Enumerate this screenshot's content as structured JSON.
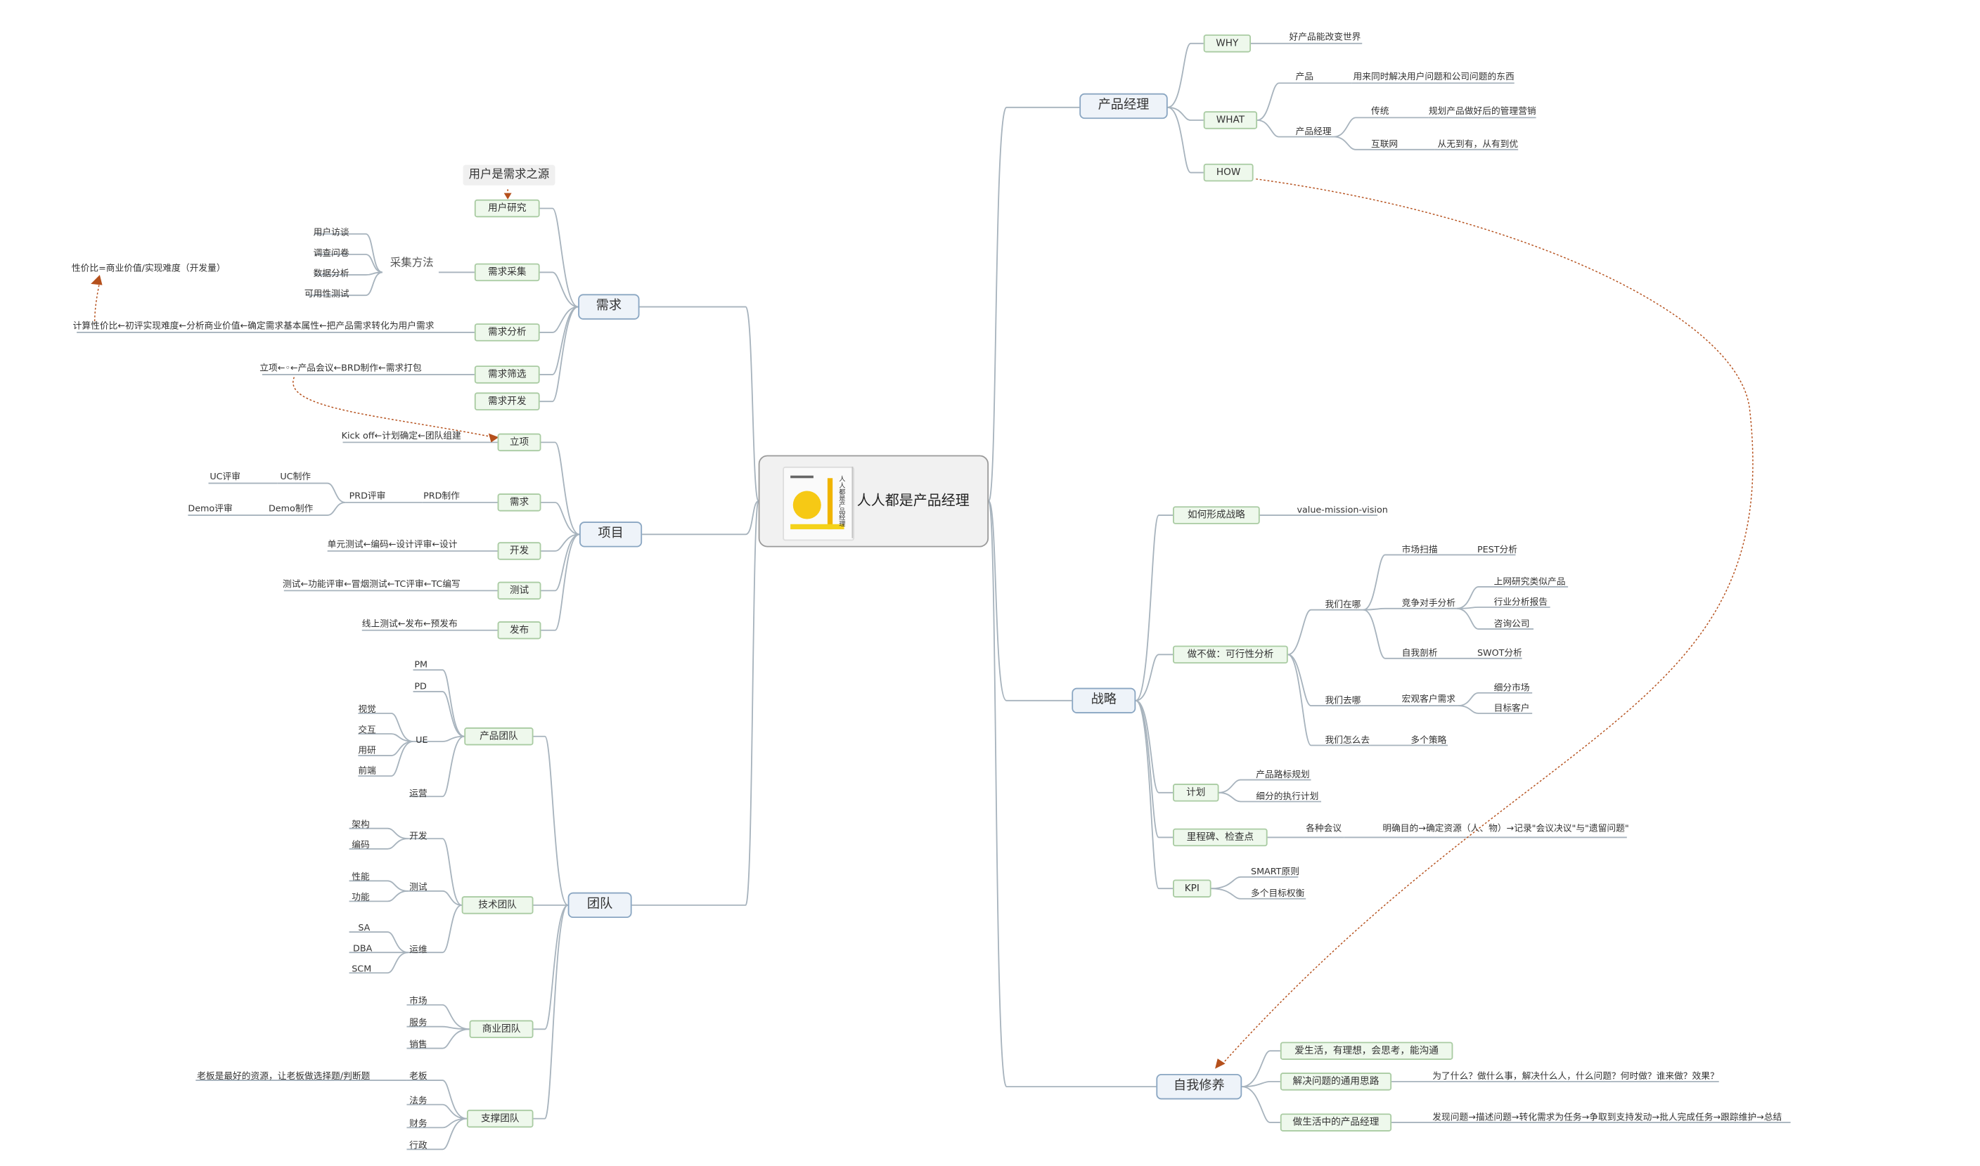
{
  "center": {
    "title": "人人都是产品经理",
    "cover_title": "人人都是产品经理",
    "cover_icon": "book-cover-image"
  },
  "callout": "用户是需求之源",
  "xuqiu": {
    "title": "需求",
    "users": "用户研究",
    "collect": "需求采集",
    "collect_method": "采集方法",
    "methods": [
      "用户访谈",
      "调查问卷",
      "数据分析",
      "可用性测试"
    ],
    "analyze": "需求分析",
    "analyze_text": "计算性价比←初评实现难度←分析商业价值←确定需求基本属性←把产品需求转化为用户需求",
    "price_note": "性价比=商业价值/实现难度（开发量）",
    "filter": "需求筛选",
    "filter_text": "立项←◦←产品会议←BRD制作←需求打包",
    "dev": "需求开发"
  },
  "xiangmu": {
    "title": "项目",
    "lixiang": "立项",
    "lixiang_text": "Kick off←计划确定←团队组建",
    "req": "需求",
    "prd_make": "PRD制作",
    "prd_review": "PRD评审",
    "uc_make": "UC制作",
    "uc_review": "UC评审",
    "demo_make": "Demo制作",
    "demo_review": "Demo评审",
    "dev": "开发",
    "dev_text": "单元测试←编码←设计评审←设计",
    "test": "测试",
    "test_text": "测试←功能评审←冒烟测试←TC评审←TC编写",
    "release": "发布",
    "release_text": "线上测试←发布←预发布"
  },
  "tuandui": {
    "title": "团队",
    "product": "产品团队",
    "product_items": [
      "PM",
      "PD",
      "UE",
      "运营"
    ],
    "ue_items": [
      "视觉",
      "交互",
      "用研",
      "前端"
    ],
    "tech": "技术团队",
    "tech_dev": "开发",
    "tech_dev_items": [
      "架构",
      "编码"
    ],
    "tech_test": "测试",
    "tech_test_items": [
      "性能",
      "功能"
    ],
    "tech_ops": "运维",
    "tech_ops_items": [
      "SA",
      "DBA",
      "SCM"
    ],
    "biz": "商业团队",
    "biz_items": [
      "市场",
      "服务",
      "销售"
    ],
    "support": "支撑团队",
    "support_items": [
      "老板",
      "法务",
      "财务",
      "行政"
    ],
    "boss_note": "老板是最好的资源，让老板做选择题/判断题"
  },
  "pm": {
    "title": "产品经理",
    "why": "WHY",
    "why_text": "好产品能改变世界",
    "what": "WHAT",
    "product": "产品",
    "product_text": "用来同时解决用户问题和公司问题的东西",
    "pm_label": "产品经理",
    "traditional": "传统",
    "traditional_text": "规划产品做好后的管理营销",
    "internet": "互联网",
    "internet_text": "从无到有，从有到优",
    "how": "HOW"
  },
  "zhanlue": {
    "title": "战略",
    "form": "如何形成战略",
    "form_text": "value-mission-vision",
    "feasibility": "做不做：可行性分析",
    "where_now": "我们在哪",
    "market_scan": "市场扫描",
    "pest": "PEST分析",
    "competitor": "竞争对手分析",
    "competitor_items": [
      "上网研究类似产品",
      "行业分析报告",
      "咨询公司"
    ],
    "self": "自我剖析",
    "swot": "SWOT分析",
    "where_to": "我们去哪",
    "macro": "宏观客户需求",
    "macro_items": [
      "细分市场",
      "目标客户"
    ],
    "how_go": "我们怎么去",
    "strategies": "多个策略",
    "plan": "计划",
    "plan_items": [
      "产品路标规划",
      "细分的执行计划"
    ],
    "milestone": "里程碑、检查点",
    "meetings": "各种会议",
    "meetings_text": "明确目的→确定资源（人、物）→记录\"会议决议\"与\"遗留问题\"",
    "kpi": "KPI",
    "kpi_items": [
      "SMART原则",
      "多个目标权衡"
    ]
  },
  "ziwo": {
    "title": "自我修养",
    "love": "爱生活，有理想，会思考，能沟通",
    "solve": "解决问题的通用思路",
    "solve_text": "为了什么？做什么事，解决什么人，什么问题？何时做？谁来做？效果？",
    "life": "做生活中的产品经理",
    "life_text": "发现问题→描述问题→转化需求为任务→争取到支持发动→批人完成任务→跟踪维护→总结"
  },
  "colors": {
    "main_border": "#8aa6c2",
    "sub_fill": "#eef8ec",
    "sub_border": "#a9cba2",
    "link": "#a7b3bd",
    "arrow": "#b5501c"
  }
}
